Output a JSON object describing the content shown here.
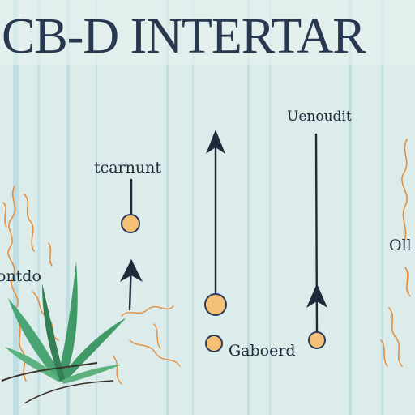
{
  "diagram": {
    "title": "CB-D INTERTAR",
    "labels": {
      "top_left": "tcarnunt",
      "top_right": "Uenoudit",
      "left_edge": "ontdo",
      "right_edge": "Oll",
      "bottom_center": "Gaboerd"
    }
  },
  "colors": {
    "background": "#dcecea",
    "stripe": "#a9d3de",
    "line": "#1d2a3a",
    "node_fill": "#f4c176",
    "node_stroke": "#2c3c57",
    "vine": "#e58f3e",
    "leaf": "#3f9a68"
  },
  "icons": [
    "cannabis-leaf-icon",
    "arrowhead-icon",
    "node-circle-icon"
  ]
}
